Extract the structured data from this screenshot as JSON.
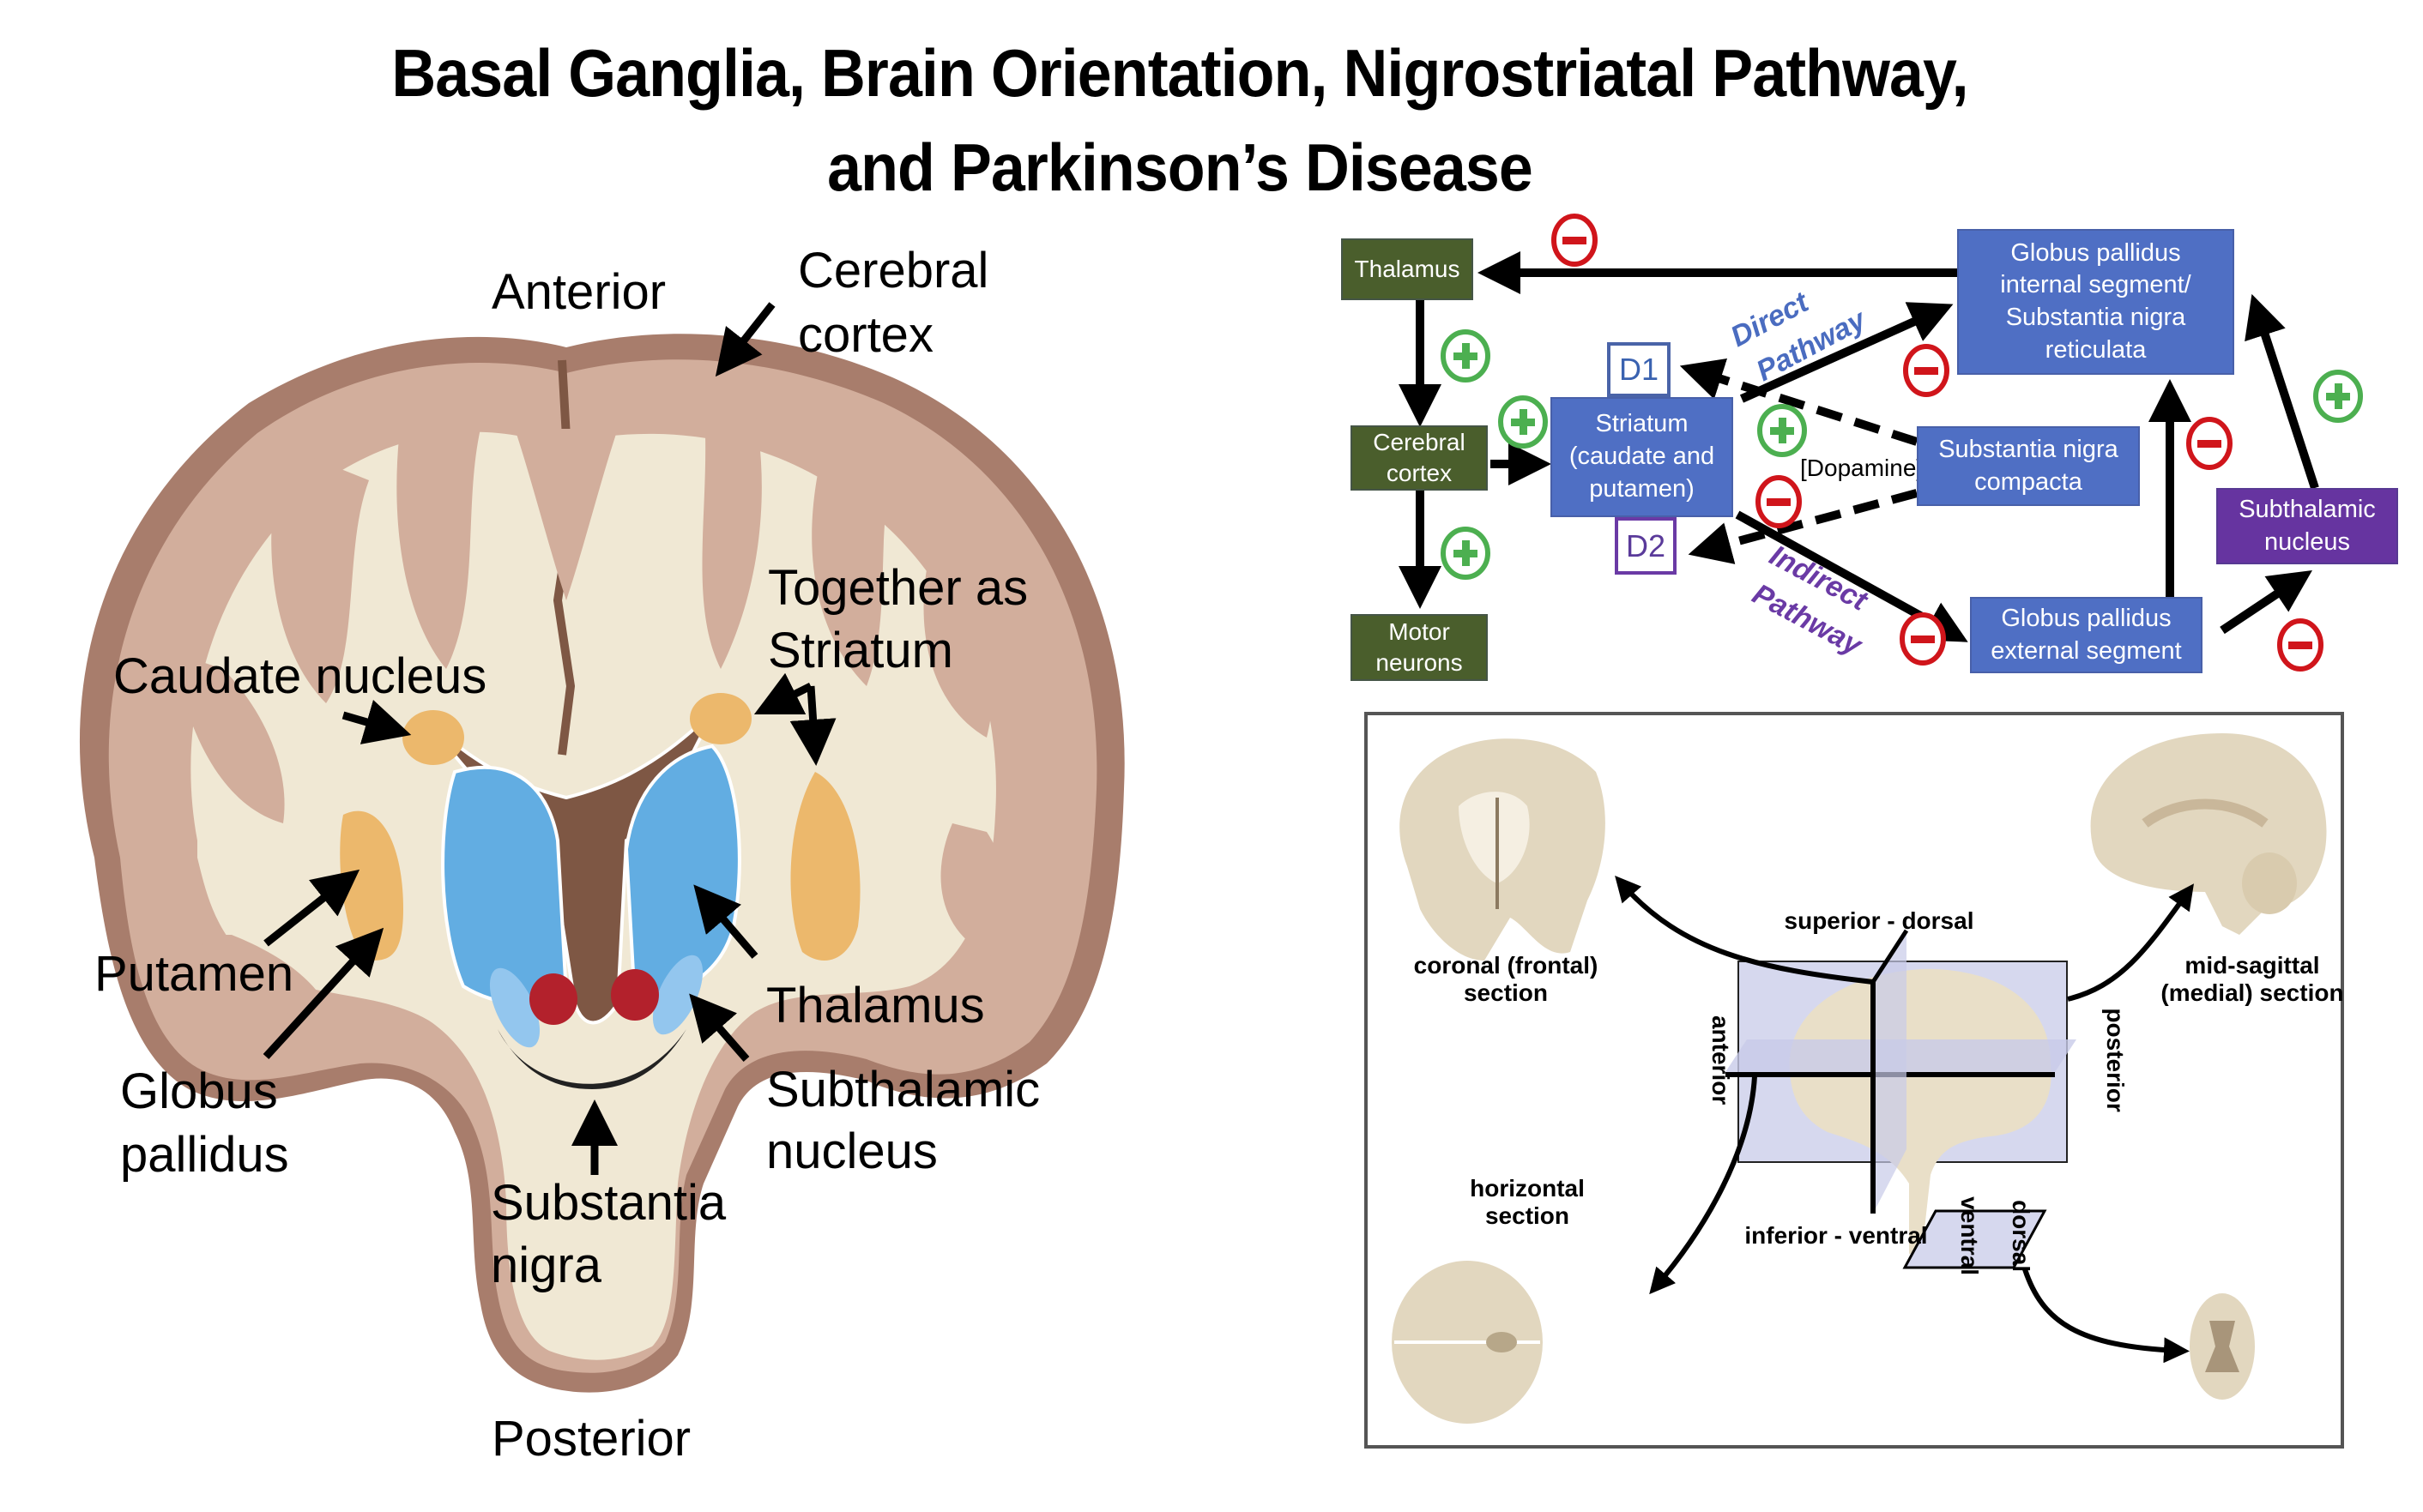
{
  "title": {
    "line1": "Basal Ganglia, Brain Orientation, Nigrostriatal Pathway,",
    "line2": "and Parkinson’s Disease"
  },
  "coronal_brain": {
    "labels": {
      "anterior": "Anterior",
      "posterior": "Posterior",
      "cerebral_cortex_1": "Cerebral",
      "cerebral_cortex_2": "cortex",
      "caudate": "Caudate nucleus",
      "striatum_1": "Together as",
      "striatum_2": "Striatum",
      "putamen": "Putamen",
      "globus_1": "Globus",
      "globus_2": "pallidus",
      "thalamus": "Thalamus",
      "subthalamic_1": "Subthalamic",
      "subthalamic_2": "nucleus",
      "substantia_1": "Substantia",
      "substantia_2": "nigra"
    },
    "colors": {
      "cortex_outer": "#a87d6c",
      "cortex": "#d2ae9c",
      "white_matter": "#f0e8d4",
      "ventricle": "#7e5744",
      "thalamus": "#62ade2",
      "subthalamic": "#93c6ee",
      "striatum": "#ecb86c",
      "red_nucleus": "#b3212c",
      "substantia_nigra": "#222222"
    }
  },
  "pathway": {
    "nodes": {
      "thalamus": "Thalamus",
      "cerebral_cortex_1": "Cerebral",
      "cerebral_cortex_2": "cortex",
      "motor_neurons_1": "Motor",
      "motor_neurons_2": "neurons",
      "striatum_1": "Striatum",
      "striatum_2": "(caudate and",
      "striatum_3": "putamen)",
      "gpi_1": "Globus pallidus",
      "gpi_2": "internal segment/",
      "gpi_3": "Substantia nigra",
      "gpi_4": "reticulata",
      "snc_1": "Substantia nigra",
      "snc_2": "compacta",
      "gpe_1": "Globus pallidus",
      "gpe_2": "external segment",
      "stn_1": "Subthalamic",
      "stn_2": "nucleus"
    },
    "receptors": {
      "d1": "D1",
      "d2": "D2"
    },
    "labels": {
      "dopamine": "[Dopamine]",
      "direct_1": "Direct",
      "direct_2": "Pathway",
      "indirect_1": "Indirect",
      "indirect_2": "Pathway"
    },
    "signs": {
      "plus": "+",
      "minus": "−"
    },
    "colors": {
      "green_node": "#4a5e2c",
      "blue_node": "#4f6fc4",
      "purple_node": "#6634a0",
      "plus": "#4caf50",
      "minus": "#d0151b",
      "direct_text": "#4a6cc0",
      "indirect_text": "#6a3aa5"
    }
  },
  "orientation": {
    "labels": {
      "coronal_1": "coronal (frontal)",
      "coronal_2": "section",
      "sagittal_1": "mid-sagittal",
      "sagittal_2": "(medial) section",
      "horizontal_1": "horizontal",
      "horizontal_2": "section",
      "superior": "superior - dorsal",
      "inferior": "inferior - ventral",
      "anterior": "anterior",
      "posterior": "posterior",
      "ventral": "ventral",
      "dorsal": "dorsal"
    },
    "colors": {
      "plane": "#d6d8ee",
      "brain": "#e9dfc8",
      "brain_dark": "#c9b79a"
    }
  }
}
